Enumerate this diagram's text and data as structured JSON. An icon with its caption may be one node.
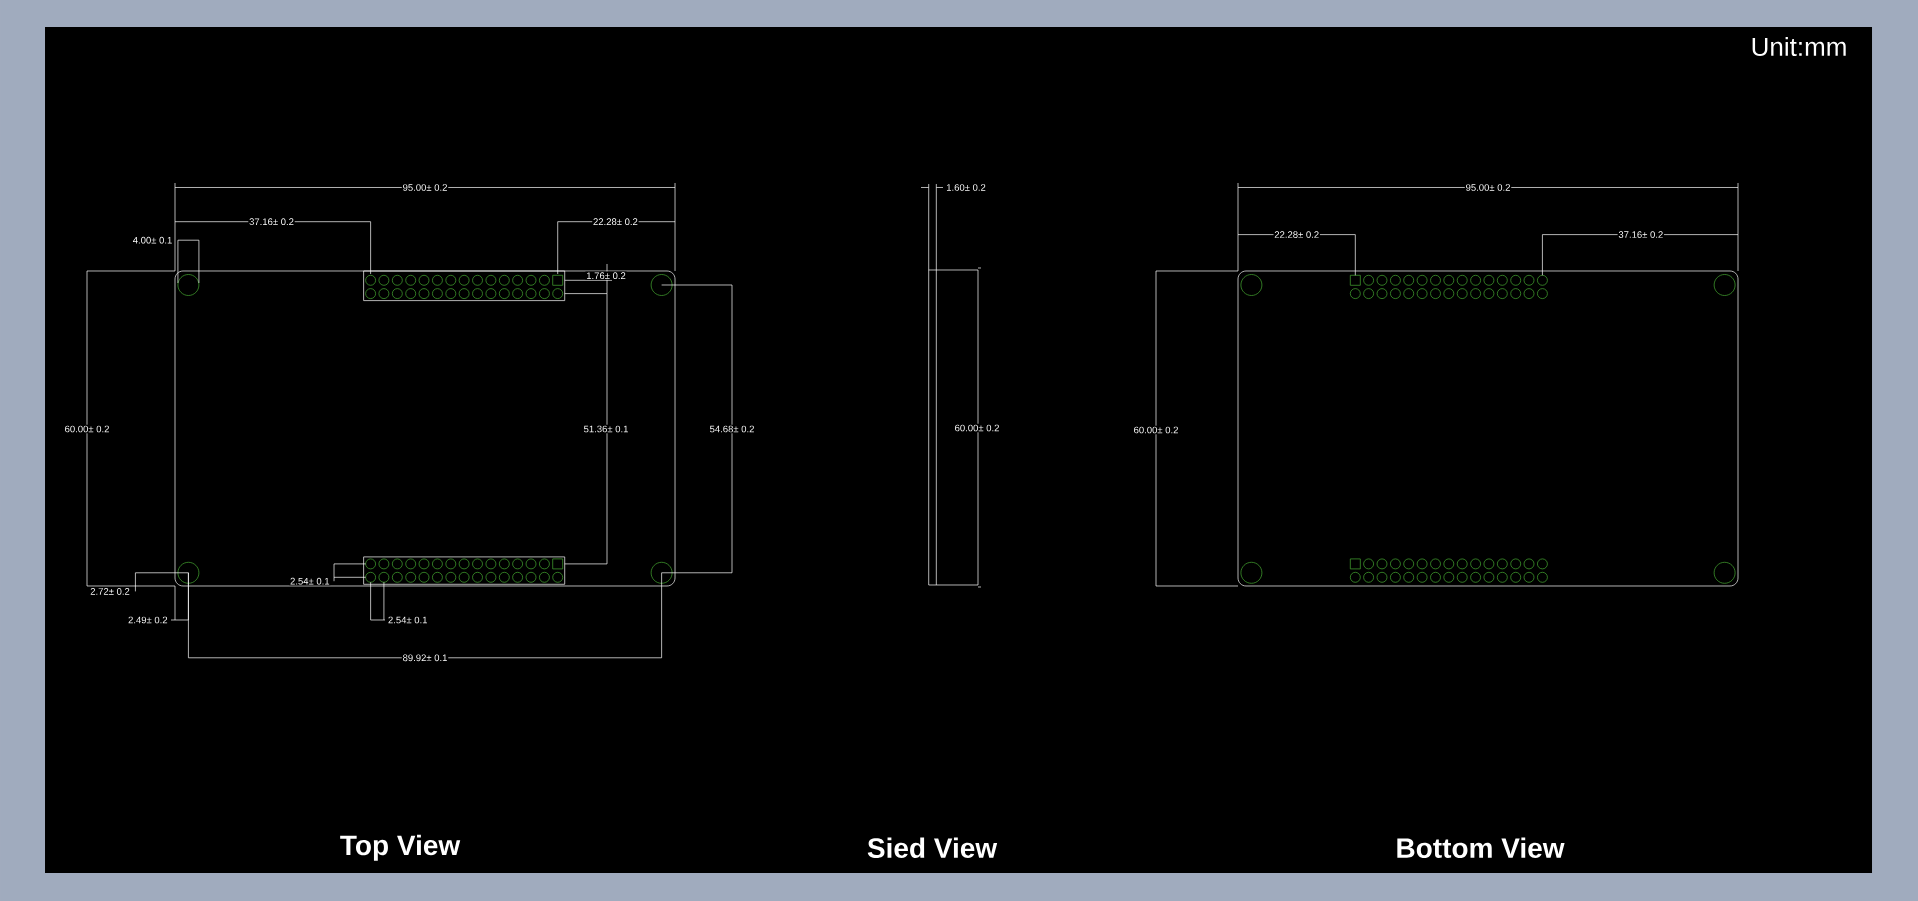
{
  "diagram": {
    "labels": [
      "Unit:mm",
      "95.00± 0.2",
      "1.60± 0.2",
      "95.00± 0.2",
      "37.16± 0.2",
      "22.28± 0.2",
      "22.28± 0.2",
      "37.16± 0.2",
      "4.00± 0.1",
      "1.76± 0.2",
      "60.00± 0.2",
      "51.36± 0.1",
      "54.68± 0.2",
      "60.00± 0.2",
      "60.00± 0.2",
      "2.54± 0.1",
      "2.72± 0.2",
      "2.49± 0.2",
      "2.54± 0.1",
      "89.92± 0.1",
      "Top View",
      "Sied View",
      "Bottom View"
    ]
  }
}
